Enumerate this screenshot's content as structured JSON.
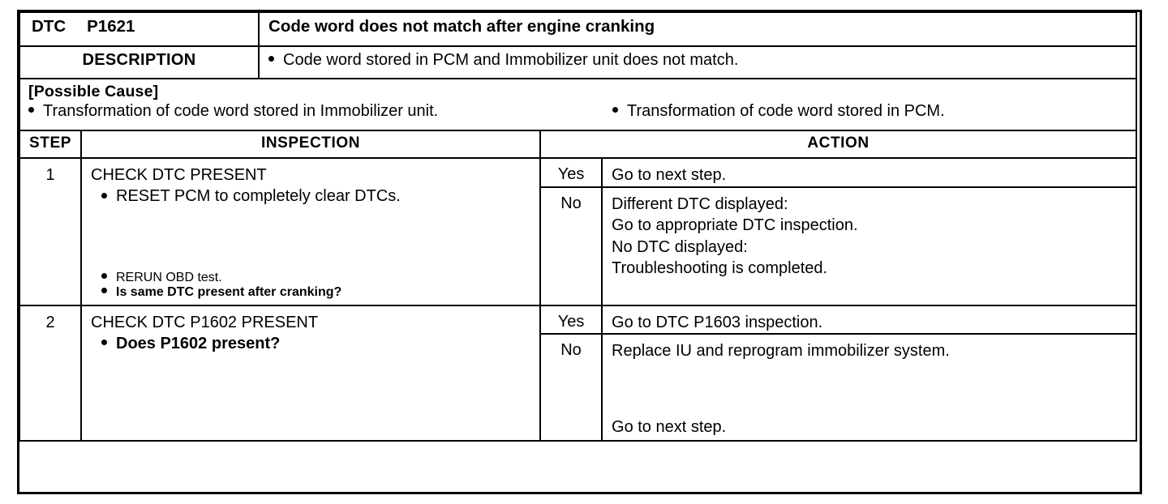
{
  "document": {
    "type": "dtc-troubleshooting-table"
  },
  "header": {
    "dtc_label": "DTC",
    "dtc_code": "P1621",
    "dtc_title": "Code word does not match after engine cranking"
  },
  "description": {
    "label": "DESCRIPTION",
    "items": [
      "Code word stored in PCM and Immobilizer unit does not match."
    ]
  },
  "possible_cause": {
    "heading": "[Possible Cause]",
    "items": [
      "Transformation of code word stored in Immobilizer unit.",
      "Transformation of code word stored in PCM."
    ]
  },
  "columns": {
    "step": "STEP",
    "inspection": "INSPECTION",
    "action": "ACTION"
  },
  "steps": [
    {
      "number": "1",
      "inspection_title": "CHECK DTC PRESENT",
      "inspection_items_top": [
        "RESET PCM to completely clear DTCs."
      ],
      "inspection_items_bottom": [
        {
          "text": "RERUN OBD test.",
          "bold": false
        },
        {
          "text": "Is same DTC present after cranking?",
          "bold": true
        }
      ],
      "results": [
        {
          "answer": "Yes",
          "lines": [
            "Go to next step."
          ]
        },
        {
          "answer": "No",
          "lines": [
            "Different DTC displayed:",
            "Go to appropriate DTC inspection.",
            "No DTC displayed:",
            "Troubleshooting is completed."
          ]
        }
      ]
    },
    {
      "number": "2",
      "inspection_title": "CHECK DTC P1602 PRESENT",
      "inspection_items_top": [
        "Does P1602 present?"
      ],
      "inspection_items_bottom": [],
      "results": [
        {
          "answer": "Yes",
          "lines": [
            "Go to DTC P1603 inspection."
          ]
        },
        {
          "answer": "No",
          "lines": [
            "Replace IU and reprogram immobilizer system."
          ],
          "bottom_line": "Go to next step."
        }
      ]
    }
  ],
  "colors": {
    "ink": "#000000",
    "paper": "#ffffff"
  }
}
